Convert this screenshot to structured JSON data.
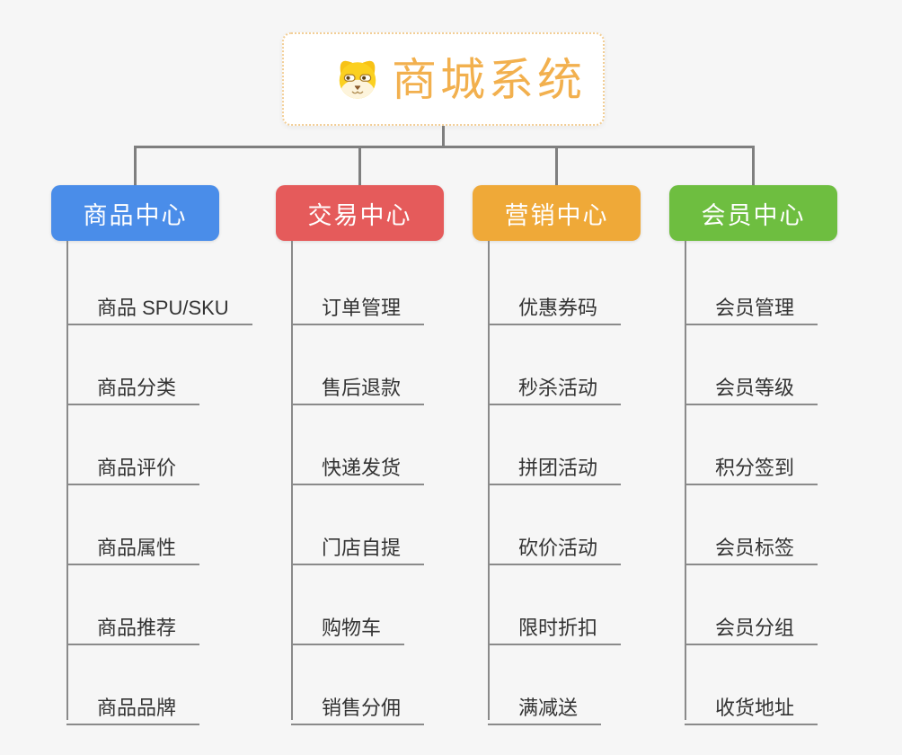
{
  "canvas": {
    "background": "#F6F6F6",
    "connector_color": "#7F7F7F",
    "underline_color": "#8A8A8A"
  },
  "root": {
    "title": "商城系统",
    "icon": "doge-icon",
    "title_color": "#F2B04E",
    "border_color": "#F2CE96"
  },
  "branches": [
    {
      "label": "商品中心",
      "color": "#4A8DE9",
      "items": [
        "商品 SPU/SKU",
        "商品分类",
        "商品评价",
        "商品属性",
        "商品推荐",
        "商品品牌"
      ]
    },
    {
      "label": "交易中心",
      "color": "#E55B5B",
      "items": [
        "订单管理",
        "售后退款",
        "快递发货",
        "门店自提",
        "购物车",
        "销售分佣"
      ]
    },
    {
      "label": "营销中心",
      "color": "#EFA938",
      "items": [
        "优惠券码",
        "秒杀活动",
        "拼团活动",
        "砍价活动",
        "限时折扣",
        "满减送"
      ]
    },
    {
      "label": "会员中心",
      "color": "#6EBE40",
      "items": [
        "会员管理",
        "会员等级",
        "积分签到",
        "会员标签",
        "会员分组",
        "收货地址"
      ]
    }
  ]
}
